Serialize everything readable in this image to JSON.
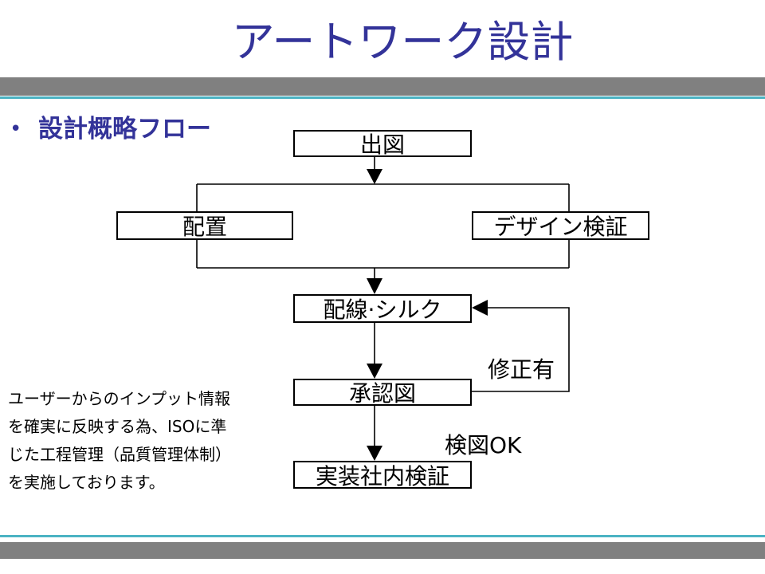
{
  "slide": {
    "title": "アートワーク設計",
    "bullet_symbol": "•",
    "section_heading": "設計概略フロー"
  },
  "flow": {
    "boxes": {
      "drawing_release": "出図",
      "placement": "配置",
      "design_verification": "デザイン検証",
      "routing_silk": "配線·シルク",
      "approval_drawing": "承認図",
      "internal_assembly_verification": "実装社内検証"
    },
    "labels": {
      "revision_needed": "修正有",
      "inspection_ok": "検図OK"
    }
  },
  "note": {
    "lines": [
      "ユーザーからのインプット情報",
      "を確実に反映する為、ISOに準",
      "じた工程管理（品質管理体制）",
      "を実施しております。"
    ]
  },
  "colors": {
    "accent": "#333399",
    "band": "#808080",
    "rule": "#4BB3C3",
    "ink": "#000000",
    "background": "#FFFFFF"
  }
}
